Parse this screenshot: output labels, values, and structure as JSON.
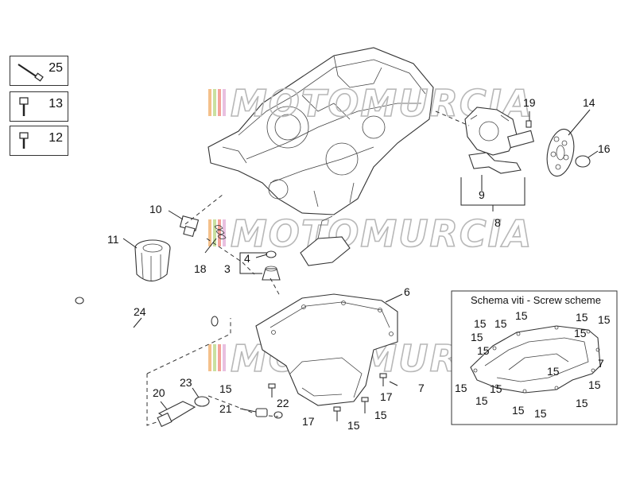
{
  "legend": [
    {
      "num": "25",
      "icon": "long-bolt-icon"
    },
    {
      "num": "13",
      "icon": "socket-screw-icon"
    },
    {
      "num": "12",
      "icon": "short-screw-icon"
    }
  ],
  "watermark": "MOTOMURCIA",
  "labels": {
    "p19": "19",
    "p14": "14",
    "p16": "16",
    "p9": "9",
    "p8": "8",
    "p10": "10",
    "p11": "11",
    "p18": "18",
    "p4": "4",
    "p3": "3",
    "p6": "6",
    "p24": "24",
    "p23": "23",
    "p20": "20",
    "p15a": "15",
    "p21": "21",
    "p22": "22",
    "p17a": "17",
    "p15b": "15",
    "p17b": "17",
    "p15c": "15",
    "p7": "7"
  },
  "screw_scheme": {
    "title": "Schema viti - Screw scheme",
    "labels": {
      "s1": "15",
      "s2": "15",
      "s3": "15",
      "s4": "15",
      "s5": "15",
      "s6": "15",
      "s7": "15",
      "s8": "7",
      "s9": "15",
      "s10": "15",
      "s11": "15",
      "s12": "15",
      "s13": "15",
      "s14": "15",
      "s15": "15",
      "s16": "15",
      "s17": "15"
    }
  }
}
